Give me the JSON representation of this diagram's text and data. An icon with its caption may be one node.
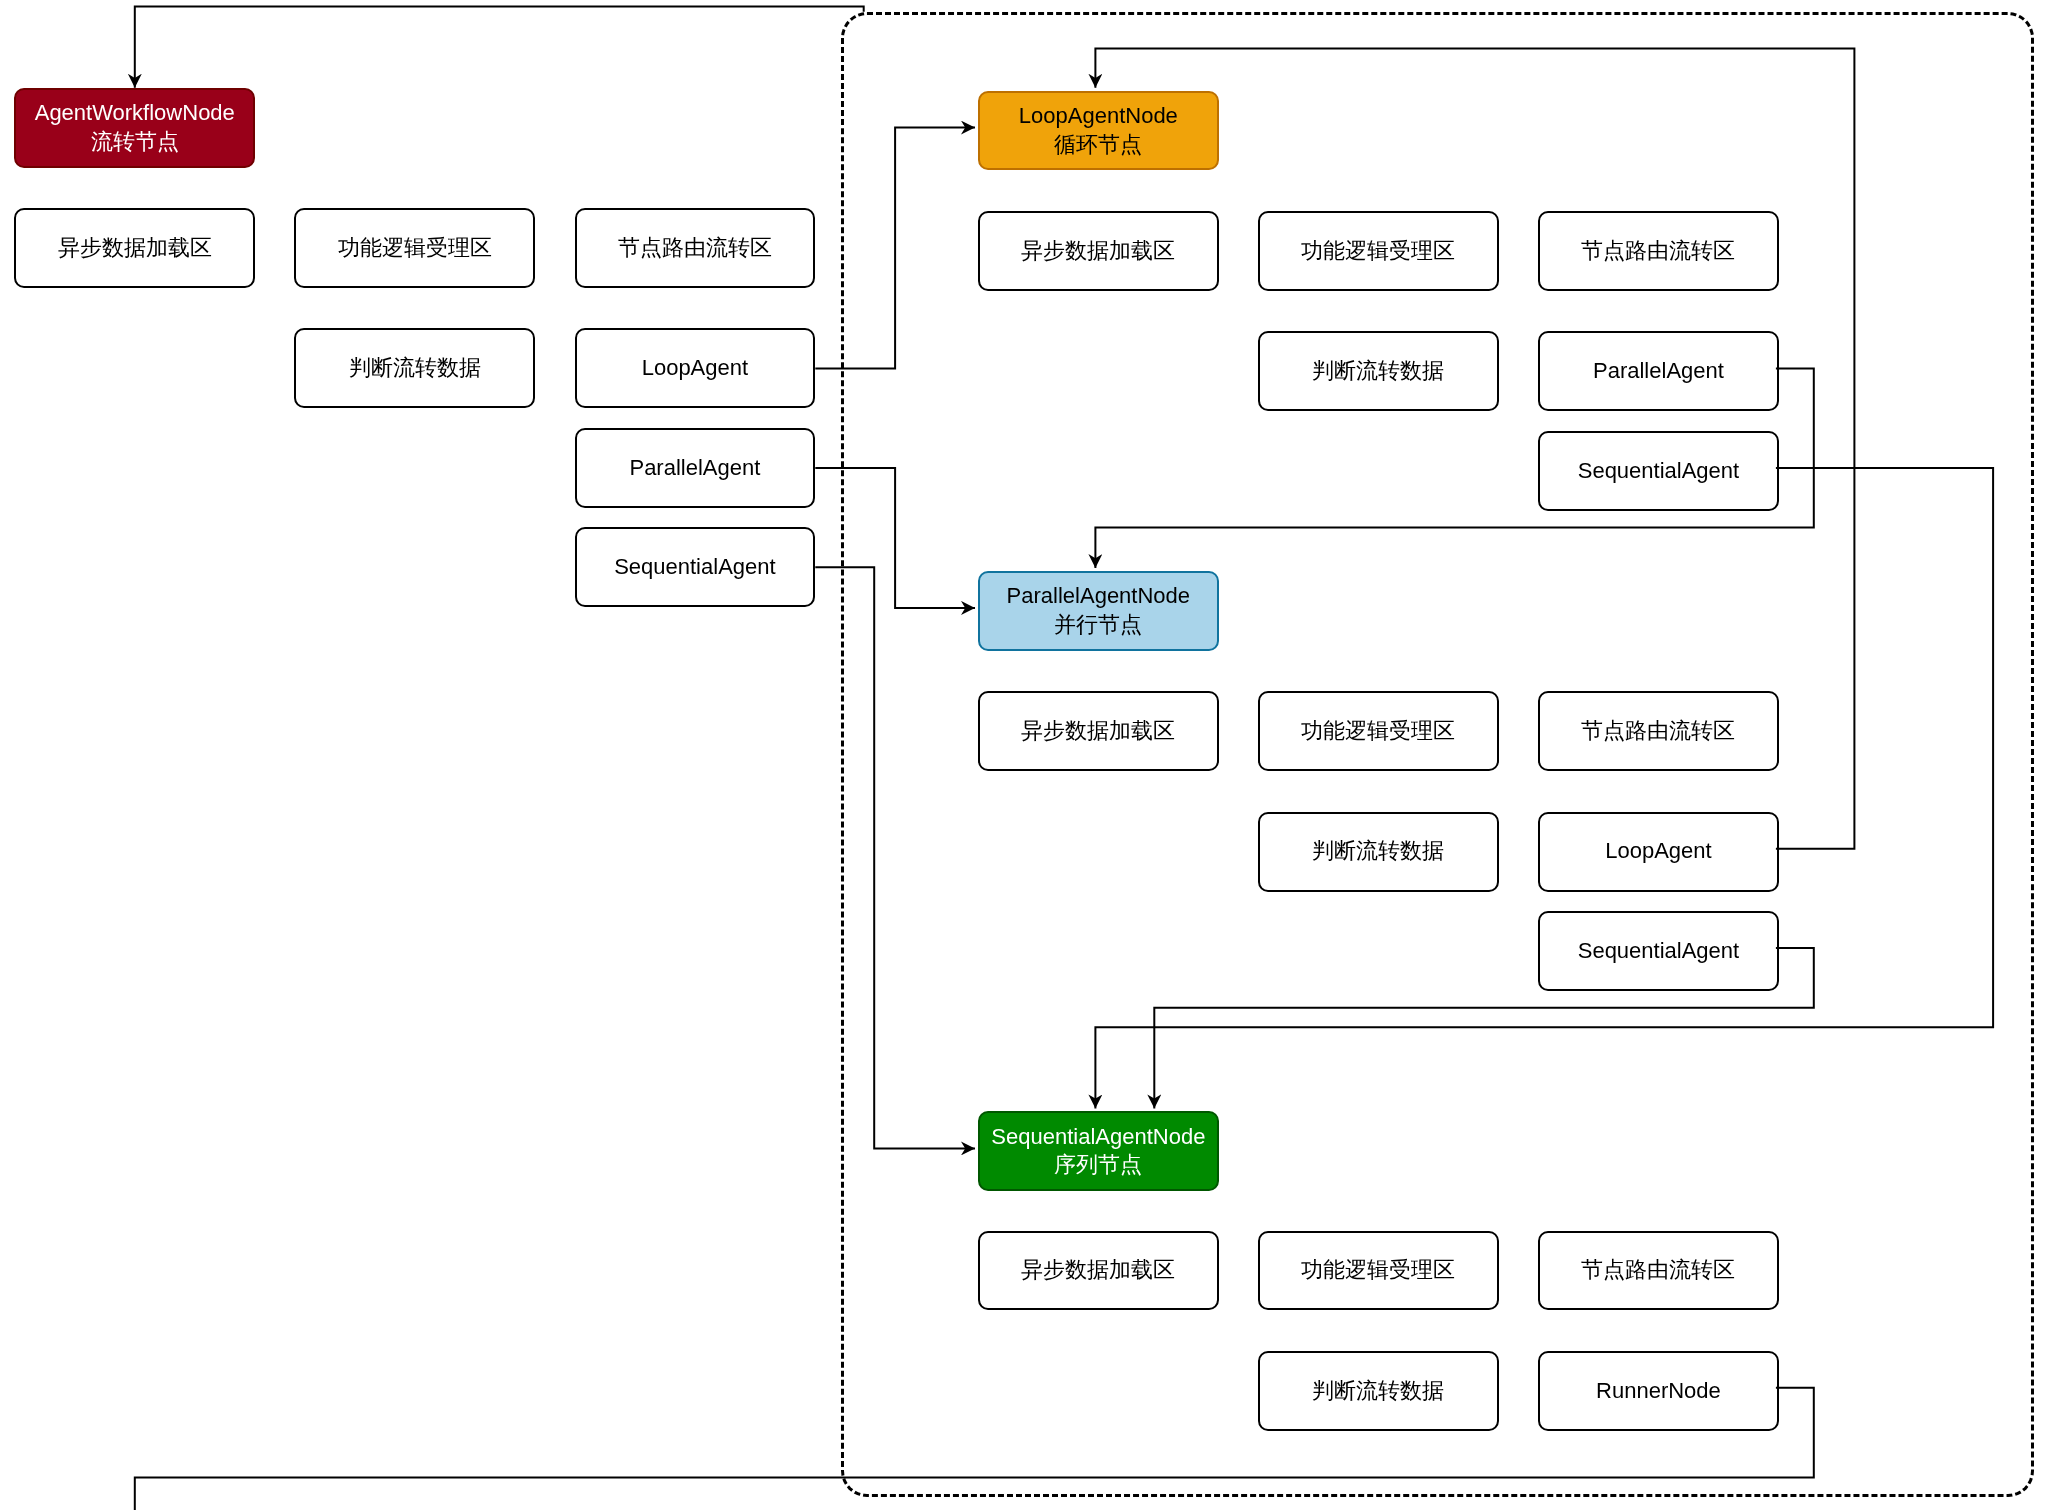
{
  "diagram": {
    "nodes": [
      {
        "text": [],
        "shape": "box"
      },
      {
        "text": [
          "AgentWorkflowNode 流转节点"
        ]
      },
      {
        "text": [
          "异步数据加载区"
        ]
      },
      {
        "text": [
          "功能逻辑受理区"
        ]
      },
      {
        "text": [
          "节点路由流转区"
        ]
      },
      {
        "text": [
          "判断流转数据"
        ]
      },
      {
        "text": [
          "LoopAgent"
        ]
      },
      {
        "text": [
          "ParallelAgent"
        ]
      },
      {
        "text": [
          "SequentialAgent"
        ]
      },
      {
        "text": [
          "LoopAgentNode 循环节点"
        ],
        "in": 0
      },
      {
        "text": [
          "异步数据加载区"
        ],
        "in": 0
      },
      {
        "text": [
          "功能逻辑受理区"
        ],
        "in": 0
      },
      {
        "text": [
          "节点路由流转区"
        ],
        "in": 0
      },
      {
        "text": [
          "判断流转数据"
        ],
        "in": 0
      },
      {
        "text": [
          "ParallelAgent"
        ],
        "in": 0
      },
      {
        "text": [
          "SequentialAgent"
        ],
        "in": 0
      },
      {
        "text": [
          "ParallelAgentNode 并行节点"
        ],
        "in": 0
      },
      {
        "text": [
          "异步数据加载区"
        ],
        "in": 0
      },
      {
        "text": [
          "功能逻辑受理区"
        ],
        "in": 0
      },
      {
        "text": [
          "节点路由流转区"
        ],
        "in": 0
      },
      {
        "text": [
          "判断流转数据"
        ],
        "in": 0
      },
      {
        "text": [
          "LoopAgent"
        ],
        "in": 0
      },
      {
        "text": [
          "SequentialAgent"
        ],
        "in": 0
      },
      {
        "text": [
          "SequentialAgentNode 序列节点"
        ],
        "in": 0
      },
      {
        "text": [
          "异步数据加载区"
        ],
        "in": 0
      },
      {
        "text": [
          "功能逻辑受理区"
        ],
        "in": 0
      },
      {
        "text": [
          "节点路由流转区"
        ],
        "in": 0
      },
      {
        "text": [
          "判断流转数据"
        ],
        "in": 0
      },
      {
        "text": [
          "RunnerNode"
        ],
        "in": 0
      }
    ],
    "edges": [
      {
        "from": 6,
        "to": 9,
        "arrow": "to"
      },
      {
        "from": 7,
        "to": 16,
        "arrow": "to"
      },
      {
        "from": 8,
        "to": 23,
        "arrow": "to"
      },
      {
        "from": 14,
        "to": 16,
        "arrow": "to"
      },
      {
        "from": 15,
        "to": 23,
        "arrow": "to"
      },
      {
        "from": 21,
        "to": 9,
        "arrow": "to"
      },
      {
        "from": 22,
        "to": 23,
        "arrow": "to"
      },
      {
        "from": 28,
        "to": null,
        "arrow": "none"
      },
      {
        "from": 0,
        "to": 1,
        "arrow": "to"
      }
    ]
  }
}
